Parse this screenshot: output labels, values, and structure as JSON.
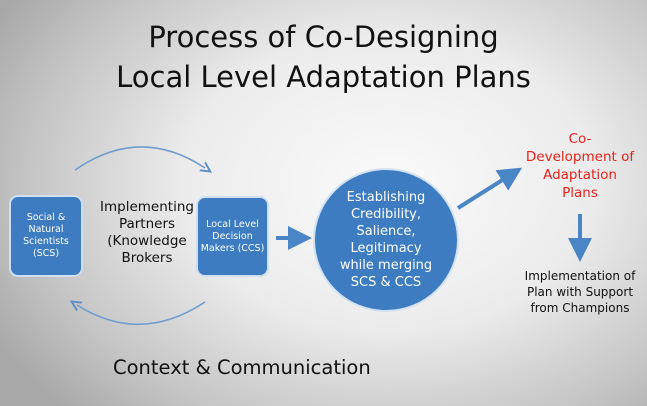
{
  "title": {
    "line1": "Process of Co-Designing",
    "line2": "Local Level Adaptation Plans"
  },
  "nodes": {
    "scientists": "Social & Natural Scientists (SCS)",
    "partners": "Implementing Partners (Knowledge Brokers",
    "decision_makers": "Local Level Decision Makers (CCS)",
    "establishing": "Establishing Credibility, Salience, Legitimacy while merging SCS & CCS",
    "codevelopment": "Co-Development of Adaptation Plans",
    "implementation": "Implementation of Plan with Support from Champions"
  },
  "footer": "Context & Communication",
  "colors": {
    "blue": "#3d7cc0",
    "red": "#e8231c"
  }
}
